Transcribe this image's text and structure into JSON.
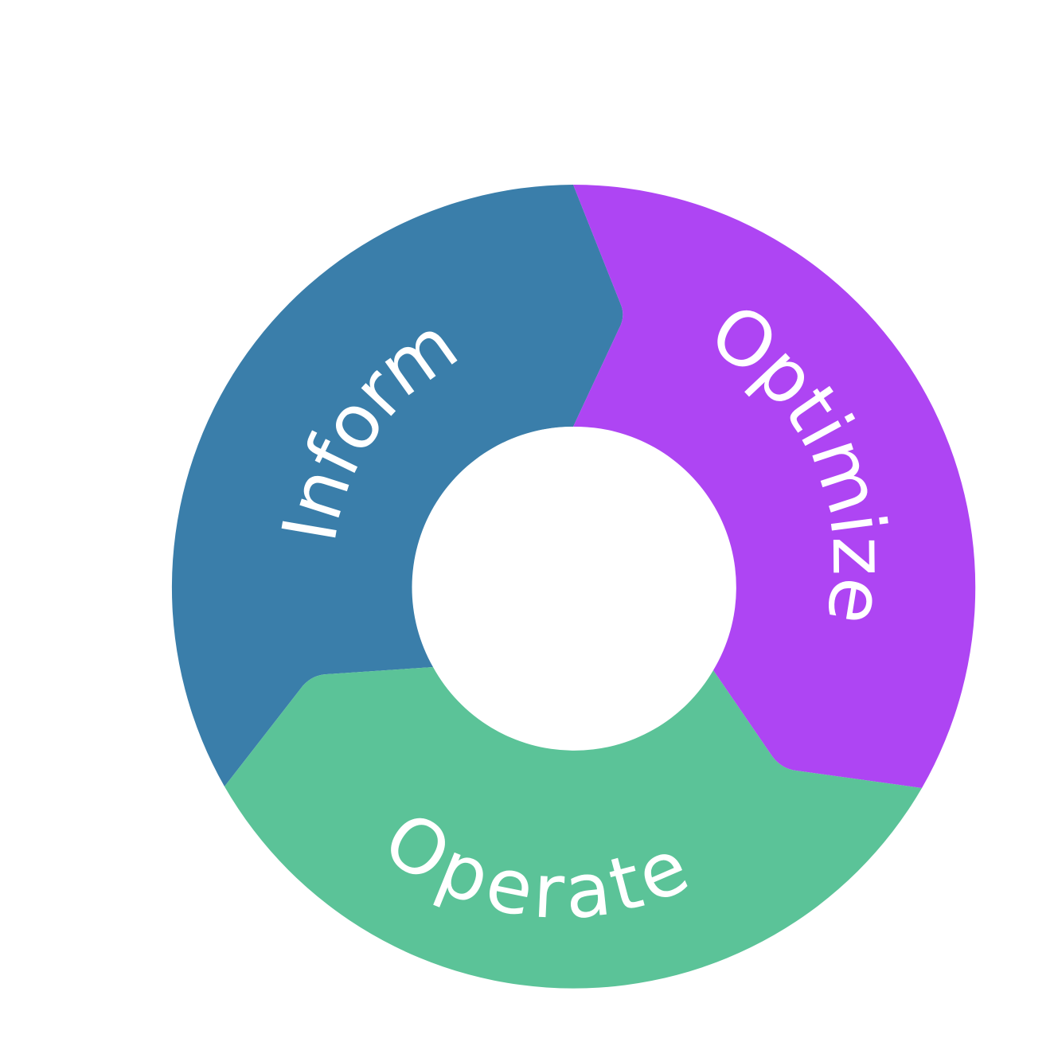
{
  "diagram": {
    "segments": [
      {
        "label": "Inform",
        "color": "#3A7EAA"
      },
      {
        "label": "Optimize",
        "color": "#AE45F3"
      },
      {
        "label": "Operate",
        "color": "#5BC398"
      }
    ],
    "center_color": "#FFFFFF"
  }
}
